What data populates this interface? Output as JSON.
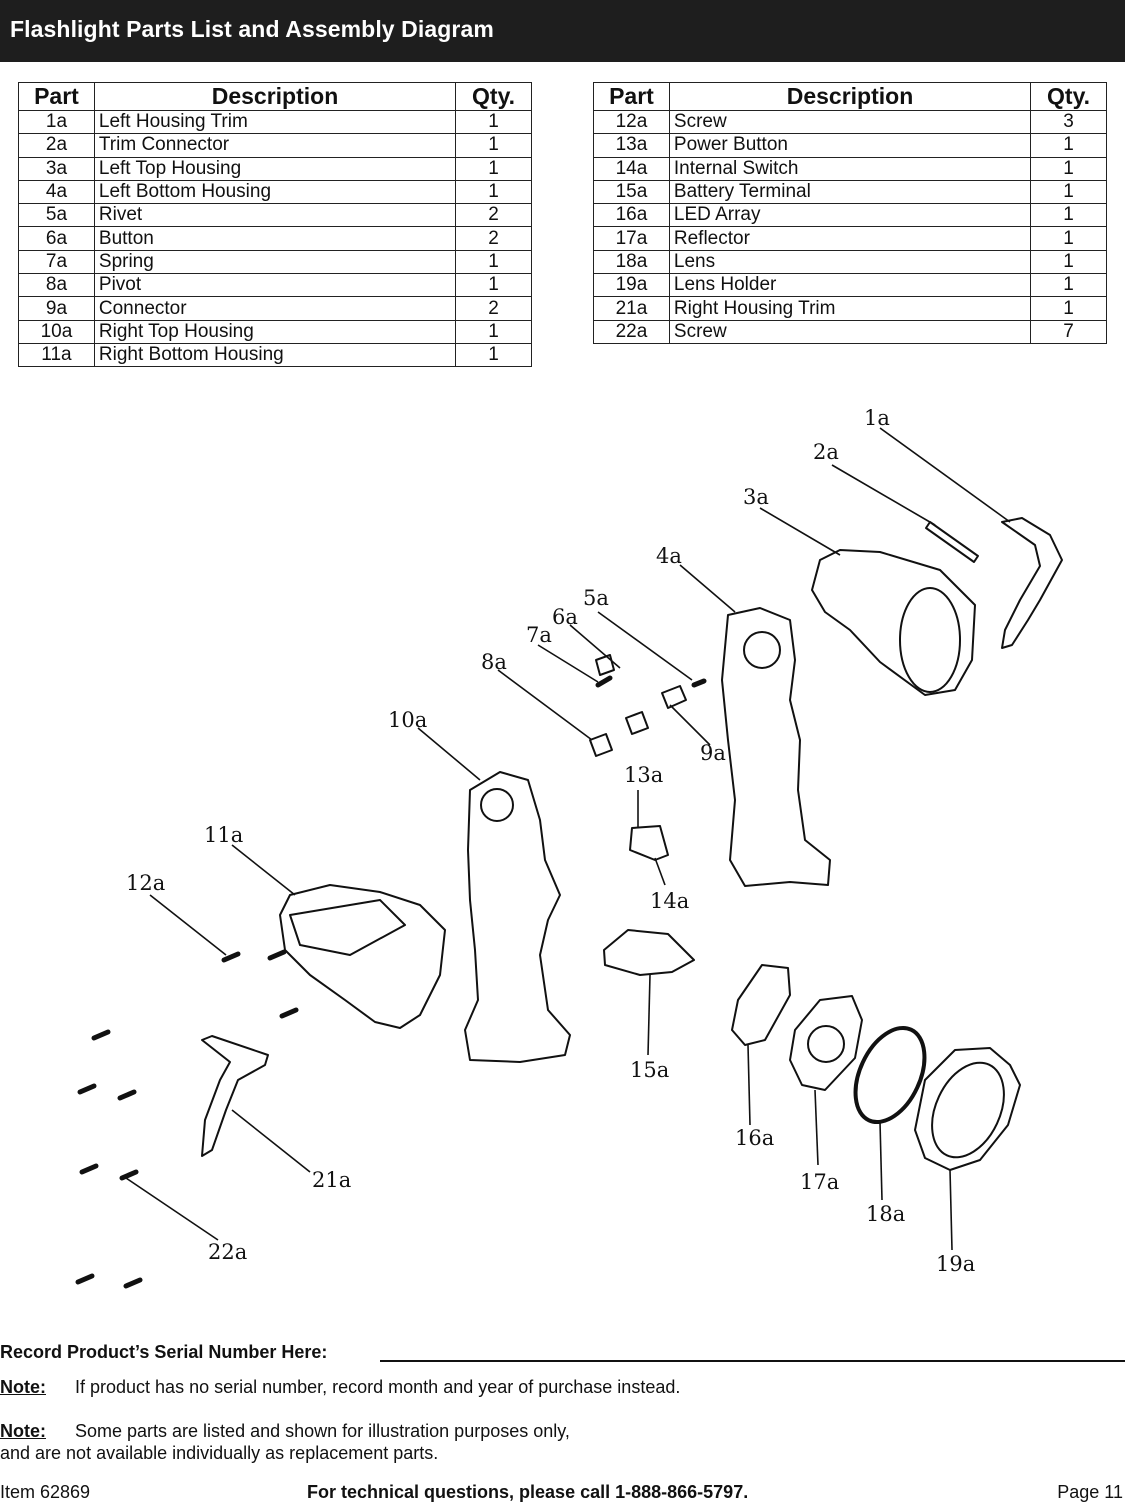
{
  "title": "Flashlight Parts List and Assembly Diagram",
  "table_headers": {
    "part": "Part",
    "description": "Description",
    "qty": "Qty."
  },
  "parts_left": [
    {
      "part": "1a",
      "description": "Left Housing Trim",
      "qty": "1"
    },
    {
      "part": "2a",
      "description": "Trim Connector",
      "qty": "1"
    },
    {
      "part": "3a",
      "description": "Left Top Housing",
      "qty": "1"
    },
    {
      "part": "4a",
      "description": "Left Bottom Housing",
      "qty": "1"
    },
    {
      "part": "5a",
      "description": "Rivet",
      "qty": "2"
    },
    {
      "part": "6a",
      "description": "Button",
      "qty": "2"
    },
    {
      "part": "7a",
      "description": "Spring",
      "qty": "1"
    },
    {
      "part": "8a",
      "description": "Pivot",
      "qty": "1"
    },
    {
      "part": "9a",
      "description": "Connector",
      "qty": "2"
    },
    {
      "part": "10a",
      "description": "Right Top Housing",
      "qty": "1"
    },
    {
      "part": "11a",
      "description": "Right Bottom Housing",
      "qty": "1"
    }
  ],
  "parts_right": [
    {
      "part": "12a",
      "description": "Screw",
      "qty": "3"
    },
    {
      "part": "13a",
      "description": "Power Button",
      "qty": "1"
    },
    {
      "part": "14a",
      "description": "Internal Switch",
      "qty": "1"
    },
    {
      "part": "15a",
      "description": "Battery Terminal",
      "qty": "1"
    },
    {
      "part": "16a",
      "description": "LED Array",
      "qty": "1"
    },
    {
      "part": "17a",
      "description": "Reflector",
      "qty": "1"
    },
    {
      "part": "18a",
      "description": "Lens",
      "qty": "1"
    },
    {
      "part": "19a",
      "description": "Lens Holder",
      "qty": "1"
    },
    {
      "part": "21a",
      "description": "Right Housing Trim",
      "qty": "1"
    },
    {
      "part": "22a",
      "description": "Screw",
      "qty": "7"
    }
  ],
  "diagram_labels": {
    "l1a": "1a",
    "l2a": "2a",
    "l3a": "3a",
    "l4a": "4a",
    "l5a": "5a",
    "l6a": "6a",
    "l7a": "7a",
    "l8a": "8a",
    "l9a": "9a",
    "l10a": "10a",
    "l11a": "11a",
    "l12a": "12a",
    "l13a": "13a",
    "l14a": "14a",
    "l15a": "15a",
    "l16a": "16a",
    "l17a": "17a",
    "l18a": "18a",
    "l19a": "19a",
    "l21a": "21a",
    "l22a": "22a"
  },
  "serial_label": "Record Product’s Serial Number Here:",
  "note1": {
    "label": "Note:",
    "text": "If product has no serial number, record month and year of purchase instead."
  },
  "note2": {
    "label": "Note:",
    "text": "Some parts are listed and shown for illustration purposes only,",
    "text2": "and are not available individually as replacement parts."
  },
  "footer": {
    "item": "Item 62869",
    "tech": "For technical questions, please call 1-888-866-5797.",
    "page": "Page 11"
  }
}
